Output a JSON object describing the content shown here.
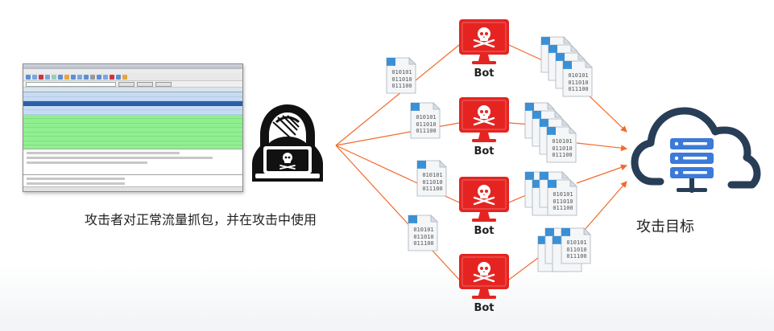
{
  "caption": "攻击者对正常流量抓包，并在攻击中使用",
  "target_label": "攻击目标",
  "bots": [
    {
      "label": "Bot"
    },
    {
      "label": "Bot"
    },
    {
      "label": "Bot"
    },
    {
      "label": "Bot"
    }
  ],
  "packet_doc": {
    "lines": [
      "010101",
      "011010",
      "011100"
    ]
  },
  "colors": {
    "bot_red": "#e52421",
    "arrow_orange": "#f26a2b",
    "target_dark": "#283e56",
    "target_blue": "#3b7ad9",
    "doc_blue": "#4a9fe0",
    "hacker_black": "#111111"
  },
  "icons": {
    "bot": "skull-monitor-icon",
    "hacker": "hacker-icon",
    "target": "cloud-server-icon",
    "packet": "packet-document-icon",
    "capture": "packet-capture-screenshot"
  }
}
